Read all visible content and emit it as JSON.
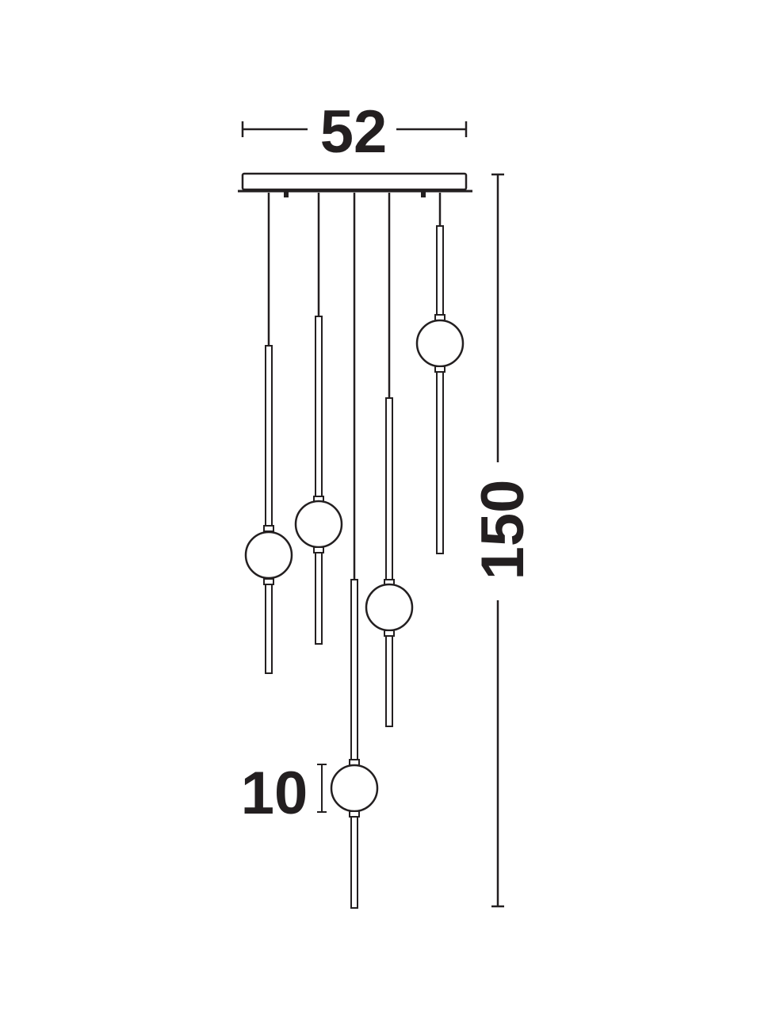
{
  "dimensions": {
    "width": {
      "value": "52"
    },
    "height": {
      "value": "150"
    },
    "globe": {
      "value": "10"
    }
  },
  "colors": {
    "ink": "#231f20",
    "background": "#ffffff"
  }
}
